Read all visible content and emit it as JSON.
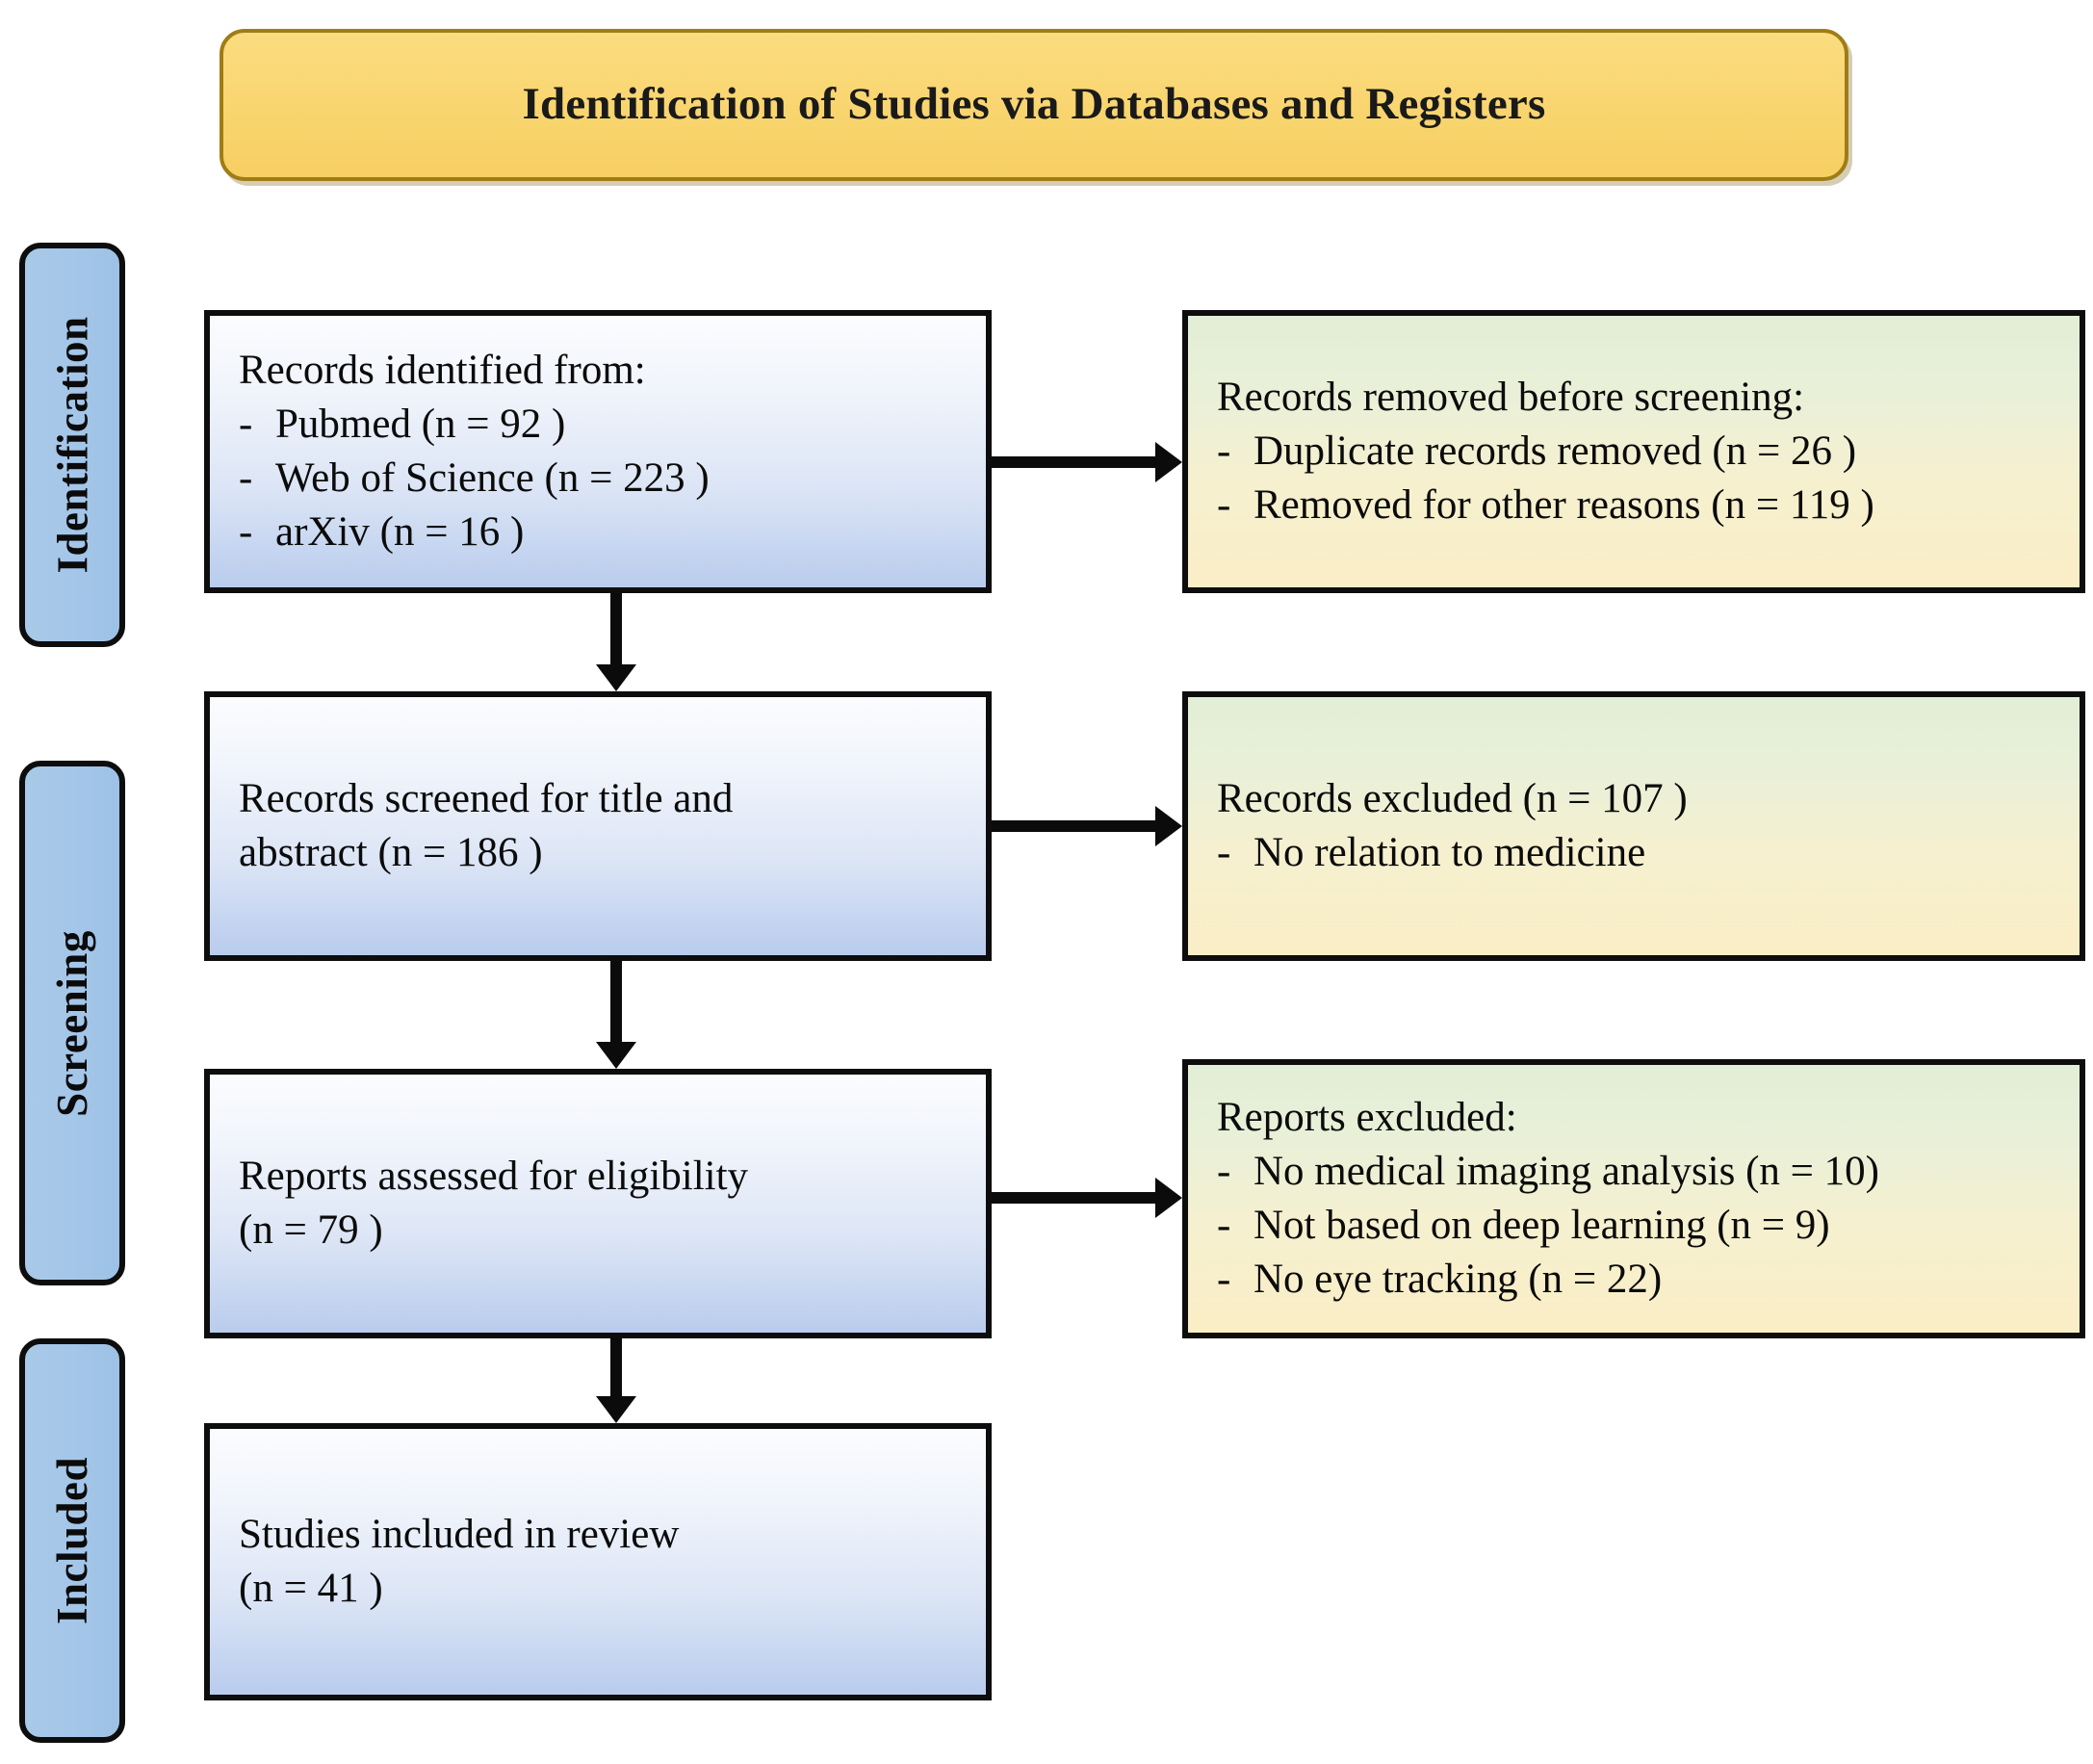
{
  "title": {
    "text": "Identification of Studies via Databases and Registers"
  },
  "stages": [
    {
      "id": "identification",
      "label": "Identification"
    },
    {
      "id": "screening",
      "label": "Screening"
    },
    {
      "id": "included",
      "label": "Included"
    }
  ],
  "boxes": {
    "identified": {
      "heading": "Records identified from:",
      "items": [
        "Pubmed (n = 92 )",
        "Web of Science (n = 223 )",
        "arXiv (n = 16 )"
      ]
    },
    "removed": {
      "heading": "Records removed before screening:",
      "items": [
        "Duplicate records removed (n = 26 )",
        "Removed for other reasons (n = 119 )"
      ]
    },
    "screened": {
      "line1": "Records screened for title and",
      "line2": "abstract (n = 186 )"
    },
    "excluded": {
      "heading": "Records excluded (n = 107 )",
      "items": [
        "No relation to medicine"
      ]
    },
    "eligibility": {
      "line1": " Reports assessed for eligibility",
      "line2": "(n = 79 )"
    },
    "reports_excluded": {
      "heading": "Reports excluded:",
      "items": [
        "No medical imaging analysis (n = 10)",
        "Not based on deep learning (n = 9)",
        "No eye tracking (n = 22)"
      ]
    },
    "included": {
      "line1": "Studies included in review",
      "line2": " (n = 41 )"
    }
  },
  "bullet": {
    "dash": "-"
  },
  "colors": {
    "banner_fill": "#f9d672",
    "banner_border": "#a07c16",
    "stage_fill": "#a4c6e8",
    "box_border": "#0d0d0d",
    "blue_box_top": "#fbfcfe",
    "blue_box_bottom": "#b9cced",
    "green_box_top": "#e2eed7",
    "green_box_bottom": "#faeec6",
    "arrow": "#0b0b0b"
  }
}
